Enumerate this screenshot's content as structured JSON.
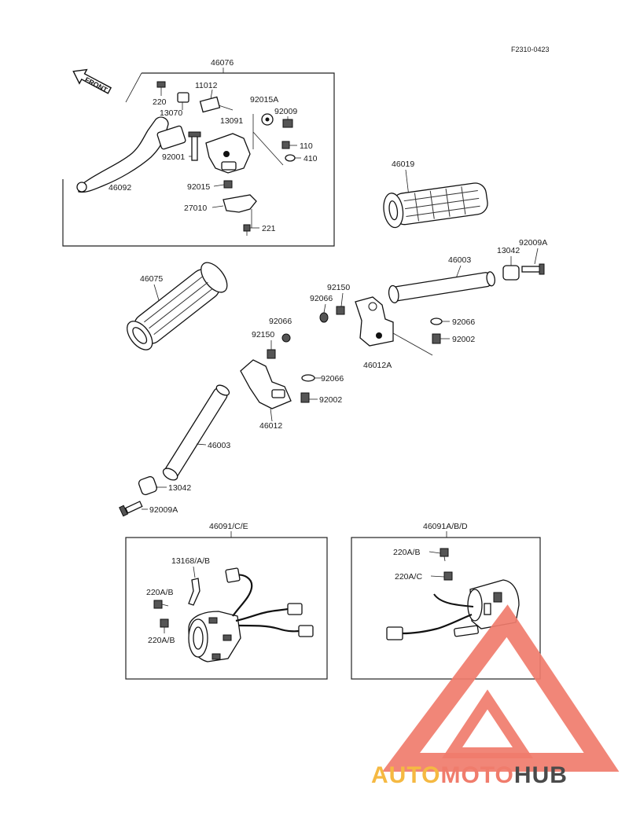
{
  "drawing_ref": "F2310-0423",
  "front_label": "FRONT",
  "watermark": {
    "part1": "AUTO",
    "part2": "MOTO",
    "part3": "HUB",
    "color_auto": "#f5b942",
    "color_moto": "#f07c6c",
    "color_hub": "#4a4a4a",
    "triangle_color": "#f07c6c"
  },
  "labels": {
    "l46076": "46076",
    "l11012": "11012",
    "l220": "220",
    "l13070": "13070",
    "l92015A": "92015A",
    "l92009": "92009",
    "l13091": "13091",
    "l110": "110",
    "l92001": "92001",
    "l410": "410",
    "l46092": "46092",
    "l92015": "92015",
    "l27010": "27010",
    "l221": "221",
    "l46019": "46019",
    "l92009A_top": "92009A",
    "l13042_top": "13042",
    "l46003_top": "46003",
    "l46075": "46075",
    "l92150_top": "92150",
    "l92066_a": "92066",
    "l92066_b": "92066",
    "l92002_top": "92002",
    "l46012A": "46012A",
    "l92066_c": "92066",
    "l92150_mid": "92150",
    "l92066_d": "92066",
    "l92002_mid": "92002",
    "l46012": "46012",
    "l46003_bot": "46003",
    "l13042_bot": "13042",
    "l92009A_bot": "92009A",
    "l46091CE": "46091/C/E",
    "l13168": "13168/A/B",
    "l220AB_1": "220A/B",
    "l220AB_2": "220A/B",
    "l46091ABD": "46091A/B/D",
    "l220AB_3": "220A/B",
    "l220AC": "220A/C"
  }
}
